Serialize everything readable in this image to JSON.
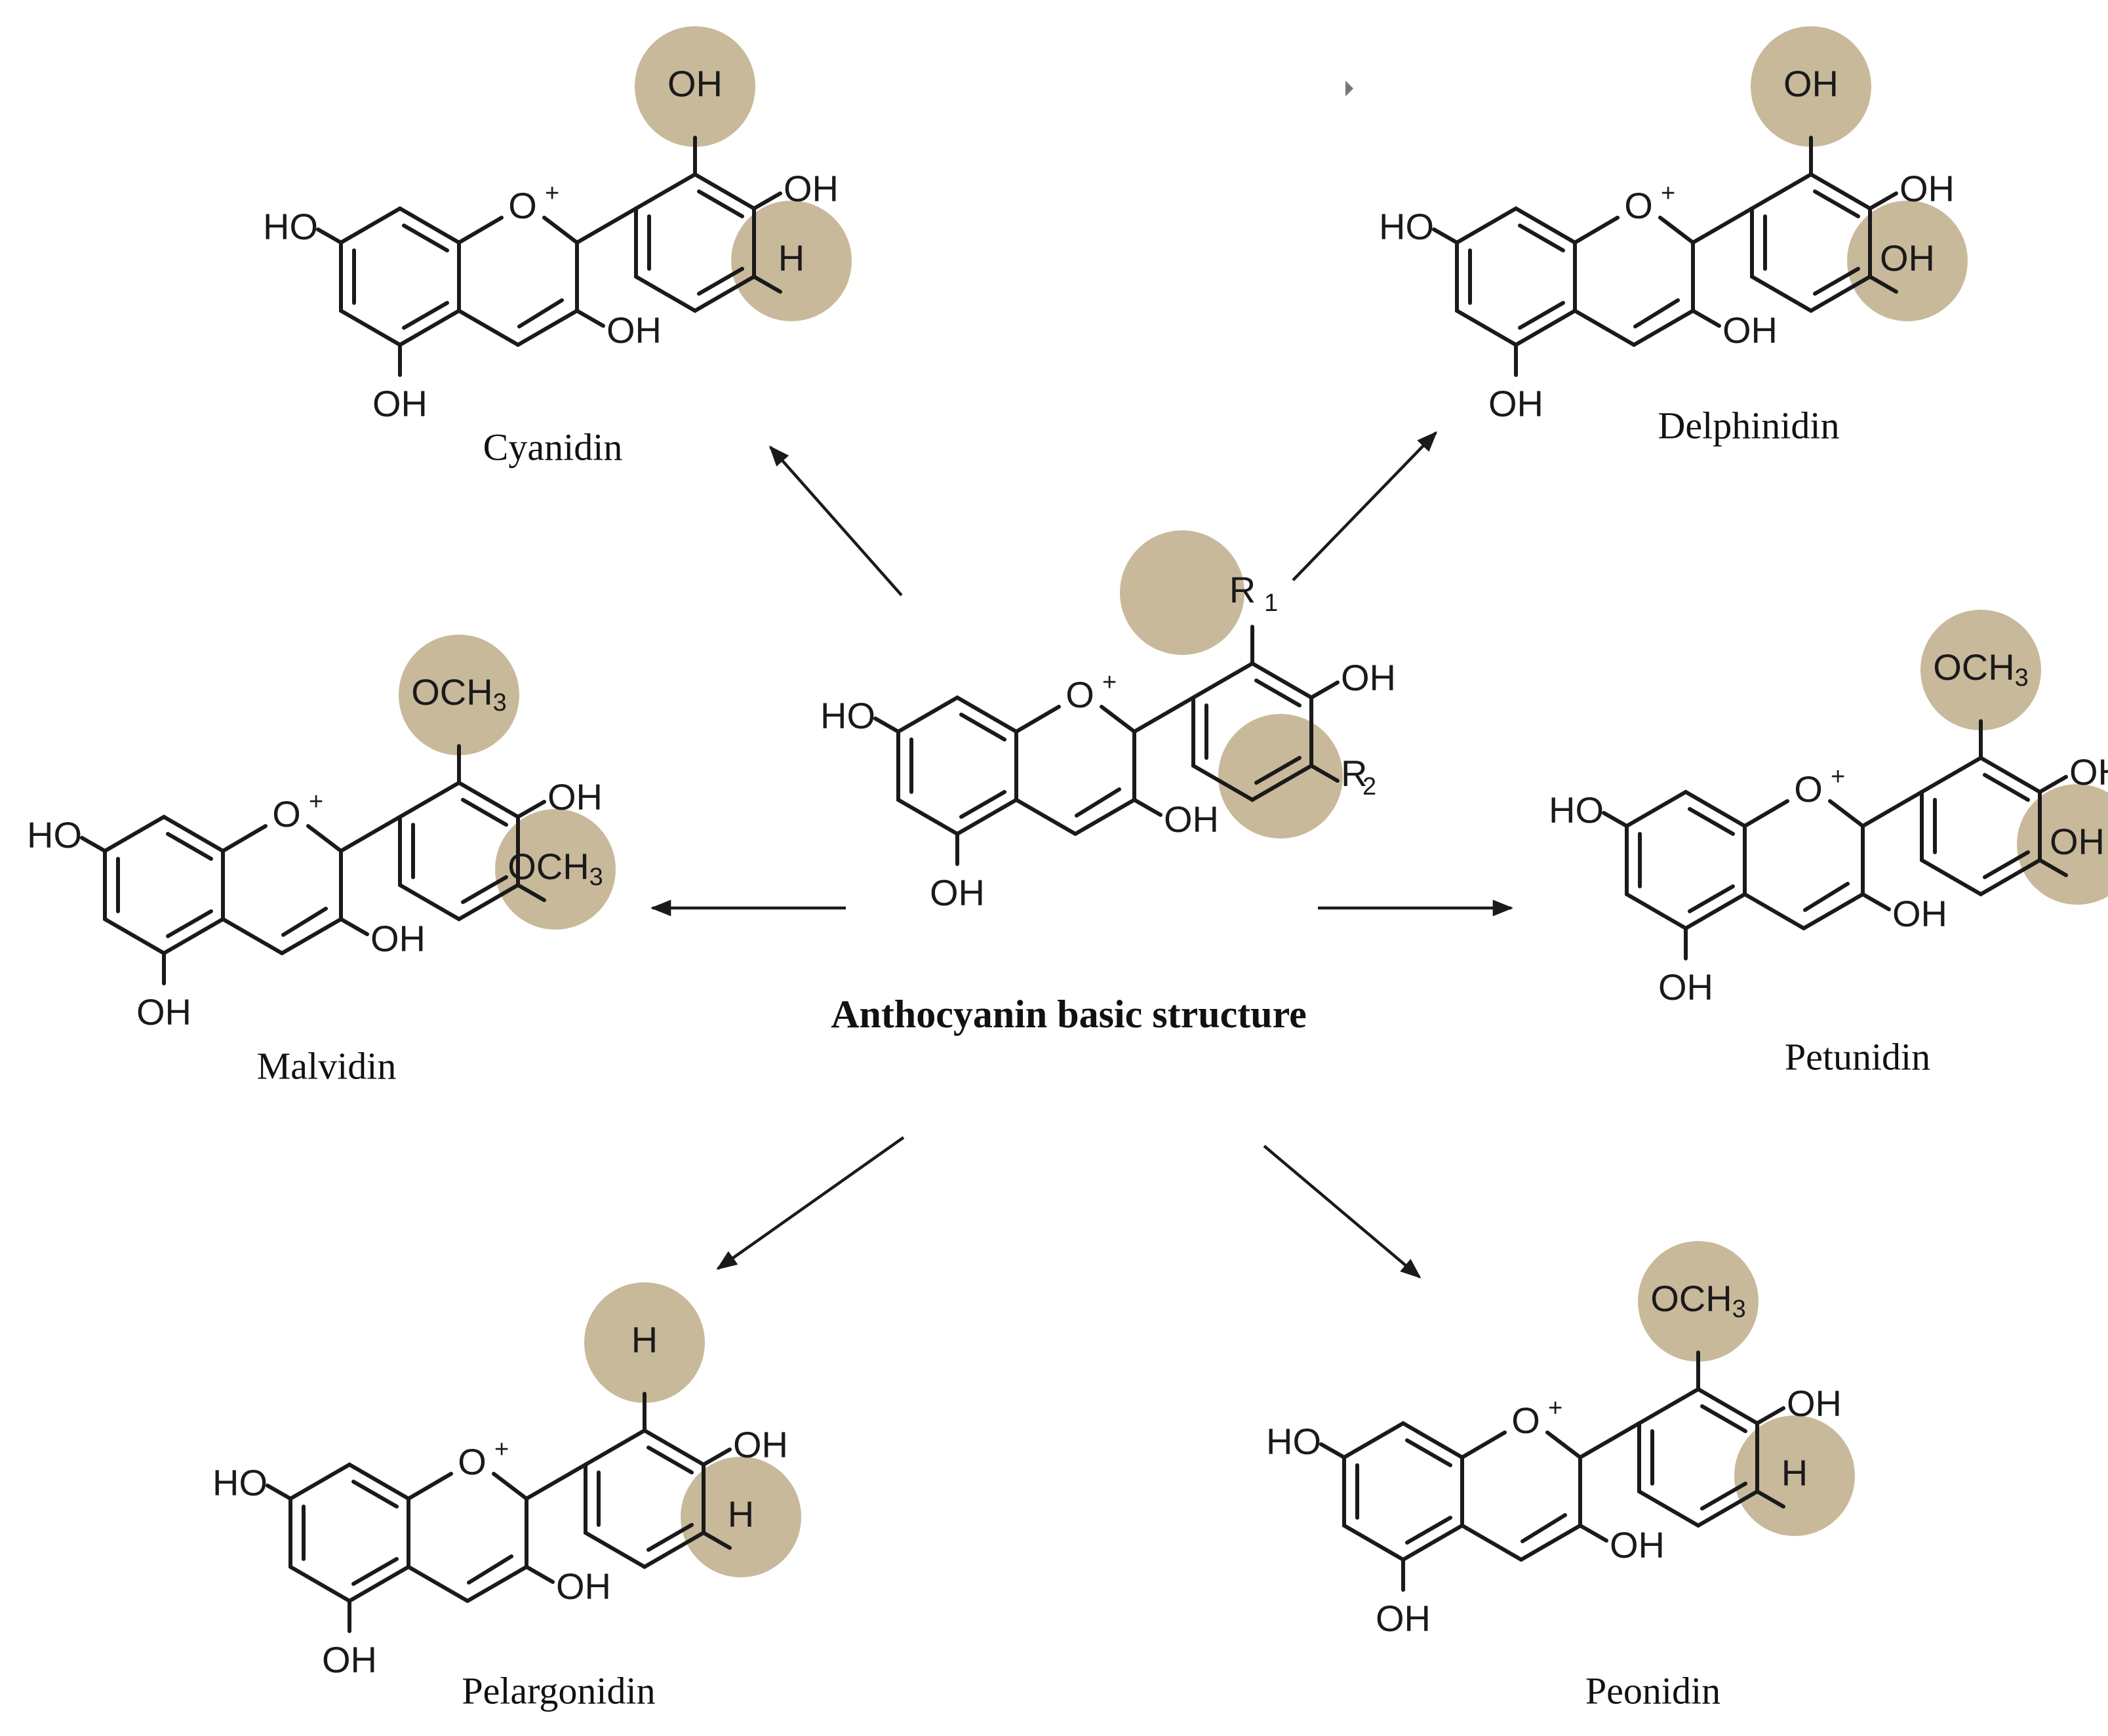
{
  "colors": {
    "highlight": "#c8b99a",
    "ink": "#1a1a1a"
  },
  "center": {
    "title": "Anthocyanin  basic structure",
    "labels": {
      "ho7": "HO",
      "o_plus": "O",
      "plus": "+",
      "oh3": "OH",
      "oh5": "OH",
      "oh4p": "OH",
      "r1": "R",
      "r1_sub": "1",
      "r2": "R",
      "r2_sub": "2"
    }
  },
  "compounds": [
    {
      "key": "cyanidin",
      "name": "Cyanidin",
      "top": "OH",
      "bottom": "H"
    },
    {
      "key": "delphinidin",
      "name": "Delphinidin",
      "top": "OH",
      "bottom": "OH"
    },
    {
      "key": "malvidin",
      "name": "Malvidin",
      "top": "OCH3",
      "bottom": "OCH3"
    },
    {
      "key": "petunidin",
      "name": "Petunidin",
      "top": "OCH3",
      "bottom": "OH"
    },
    {
      "key": "pelargonidin",
      "name": "Pelargonidin",
      "top": "H",
      "bottom": "H"
    },
    {
      "key": "peonidin",
      "name": "Peonidin",
      "top": "OCH3",
      "bottom": "H"
    }
  ],
  "common_labels": {
    "ho": "HO",
    "oh": "OH",
    "o": "O",
    "plus": "+"
  },
  "icons": {
    "arrow": "arrow-icon",
    "mark": "stray-mark"
  }
}
